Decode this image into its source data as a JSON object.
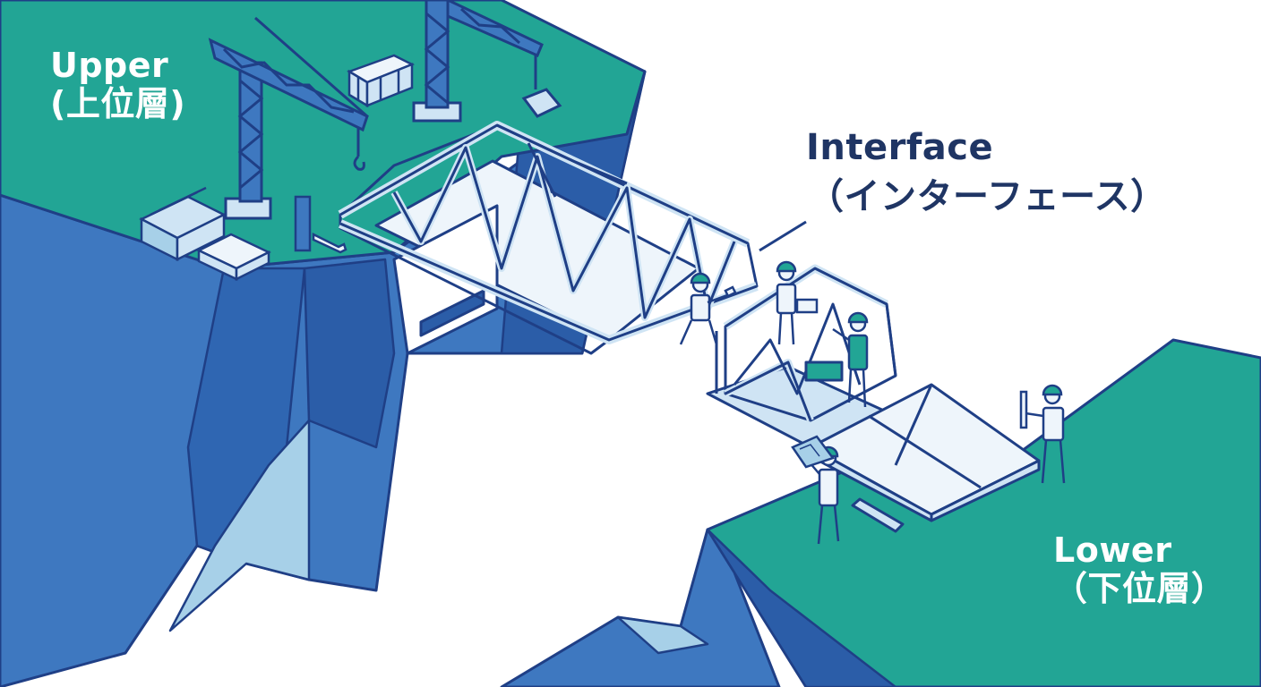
{
  "labels": {
    "upper": {
      "line1": "Upper",
      "line2": "(上位層)"
    },
    "interface": {
      "line1": "Interface",
      "line2": "（インターフェース）"
    },
    "lower": {
      "line1": "Lower",
      "line2": "（下位層）"
    }
  },
  "colors": {
    "teal": "#22a595",
    "cliff_blue": "#3e78c0",
    "cliff_dark": "#2b5da8",
    "outline": "#1f3f86",
    "light_blue": "#a7d0e8",
    "bridge_fill": "#eef5fb",
    "bridge_frame": "#cfe4f4",
    "text_dark": "#1f3564",
    "text_light": "#ffffff"
  },
  "icons": [
    "crane-icon",
    "wrench-icon",
    "worker-icon",
    "beam-stack-icon",
    "blueprint-icon",
    "hook-icon"
  ]
}
